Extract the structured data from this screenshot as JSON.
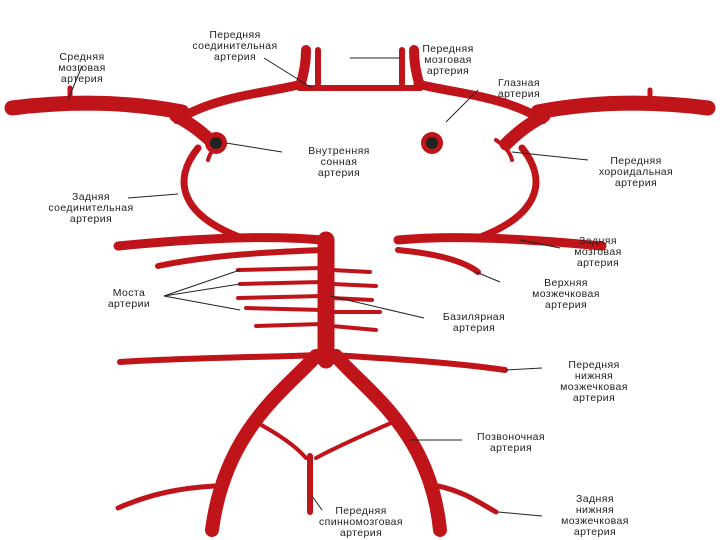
{
  "colors": {
    "artery": "#c0141b",
    "artery_dark": "#7a0a0e",
    "leader": "#222222",
    "text": "#222222"
  },
  "labels": {
    "anterior_communicating": [
      "Передняя",
      "соединительная",
      "артерия"
    ],
    "anterior_cerebral": [
      "Передняя",
      "мозговая",
      "артерия"
    ],
    "middle_cerebral": [
      "Средняя",
      "мозговая",
      "артерия"
    ],
    "ophthalmic": [
      "Глазная",
      "артерия"
    ],
    "internal_carotid": [
      "Внутренняя",
      "сонная",
      "артерия"
    ],
    "anterior_choroidal": [
      "Передняя",
      "хороидальная",
      "артерия"
    ],
    "posterior_communicating": [
      "Задняя",
      "соединительная",
      "артерия"
    ],
    "posterior_cerebral": [
      "Задняя",
      "мозговая",
      "артерия"
    ],
    "superior_cerebellar": [
      "Верхняя",
      "мозжечковая",
      "артерия"
    ],
    "pontine": [
      "Моста",
      "артерии"
    ],
    "basilar": [
      "Базилярная",
      "артерия"
    ],
    "anterior_inferior_cerebellar": [
      "Передняя",
      "нижняя",
      "мозжечковая",
      "артерия"
    ],
    "vertebral": [
      "Позвоночная",
      "артерия"
    ],
    "anterior_spinal": [
      "Передняя",
      "спинномозговая",
      "артерия"
    ],
    "posterior_inferior_cerebellar": [
      "Задняя",
      "нижняя",
      "мозжечковая",
      "артерия"
    ]
  }
}
